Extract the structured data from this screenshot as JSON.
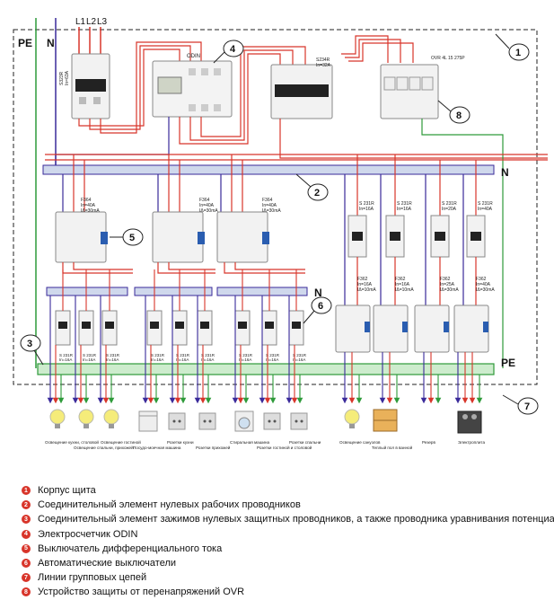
{
  "labels": {
    "pe_top": "PE",
    "n_top": "N",
    "l1": "L1",
    "l2": "L2",
    "l3": "L3",
    "n_bus_right": "N",
    "n_bus_small": "N",
    "pe_bus_right": "PE"
  },
  "devices": {
    "main_breaker": {
      "model": "S323R",
      "rating": "In=63A"
    },
    "meter": {
      "model": "ODIN"
    },
    "switch": {
      "model": "S234R",
      "rating": "In=32A"
    },
    "surge": {
      "model": "OVR 4L 15 275P"
    },
    "rcd": [
      {
        "model": "F364",
        "rating": "In=40A",
        "leak": "IΔ=30mA"
      },
      {
        "model": "F364",
        "rating": "In=40A",
        "leak": "IΔ=30mA"
      },
      {
        "model": "F364",
        "rating": "In=40A",
        "leak": "IΔ=30mA"
      }
    ],
    "right_breakers": [
      {
        "model": "S 231R",
        "rating": "In=16A"
      },
      {
        "model": "S 231R",
        "rating": "In=16A"
      },
      {
        "model": "S 231R",
        "rating": "In=20A"
      },
      {
        "model": "S 231R",
        "rating": "In=40A"
      }
    ],
    "right_rcd": [
      {
        "model": "F362",
        "rating": "In=16A",
        "leak": "IΔ=10mA"
      },
      {
        "model": "F362",
        "rating": "In=16A",
        "leak": "IΔ=10mA"
      },
      {
        "model": "F362",
        "rating": "In=25A",
        "leak": "IΔ=30mA"
      },
      {
        "model": "F362",
        "rating": "In=40A",
        "leak": "IΔ=30mA"
      }
    ],
    "small_breakers": [
      {
        "model": "S 231R",
        "rating": "In=16A"
      },
      {
        "model": "S 231R",
        "rating": "In=16A"
      },
      {
        "model": "S 231R",
        "rating": "In=16A"
      },
      {
        "model": "S 231R",
        "rating": "In=16A"
      },
      {
        "model": "S 231R",
        "rating": "In=16A"
      },
      {
        "model": "S 231R",
        "rating": "In=16A"
      },
      {
        "model": "S 231R",
        "rating": "In=16A"
      },
      {
        "model": "S 231R",
        "rating": "In=16A"
      },
      {
        "model": "S 231R",
        "rating": "In=16A"
      }
    ]
  },
  "callouts": [
    "1",
    "2",
    "3",
    "4",
    "5",
    "6",
    "7",
    "8"
  ],
  "loads": [
    "Освещение кухни, столовой",
    "Освещение спальни, прихожей",
    "Освещение гостиной",
    "Посудо-моечная машина",
    "Розетки кухни",
    "Розетки прихожей",
    "Стиральная машина",
    "Розетки гостиной и столовой",
    "Розетки спальни",
    "Освещение санузлов",
    "Теплый пол в ванной",
    "Резерв",
    "Электроплита"
  ],
  "legend": [
    {
      "num": "1",
      "text": "Корпус щита"
    },
    {
      "num": "2",
      "text": "Соединительный элемент нулевых рабочих проводников"
    },
    {
      "num": "3",
      "text": "Соединительный элемент зажимов нулевых защитных проводников, а также проводника уравнивания потенциалов"
    },
    {
      "num": "4",
      "text": "Электросчетчик ODIN"
    },
    {
      "num": "5",
      "text": "Выключатель дифференциального тока"
    },
    {
      "num": "6",
      "text": "Автоматические выключатели"
    },
    {
      "num": "7",
      "text": "Линии групповых цепей"
    },
    {
      "num": "8",
      "text": "Устройство защиты от перенапряжений OVR"
    }
  ],
  "colors": {
    "phase": "#d8352a",
    "neutral": "#3a2a9a",
    "pe": "#2e9a3a",
    "n_bus": "#cfd8ec",
    "pe_bus": "#cdeccd"
  }
}
